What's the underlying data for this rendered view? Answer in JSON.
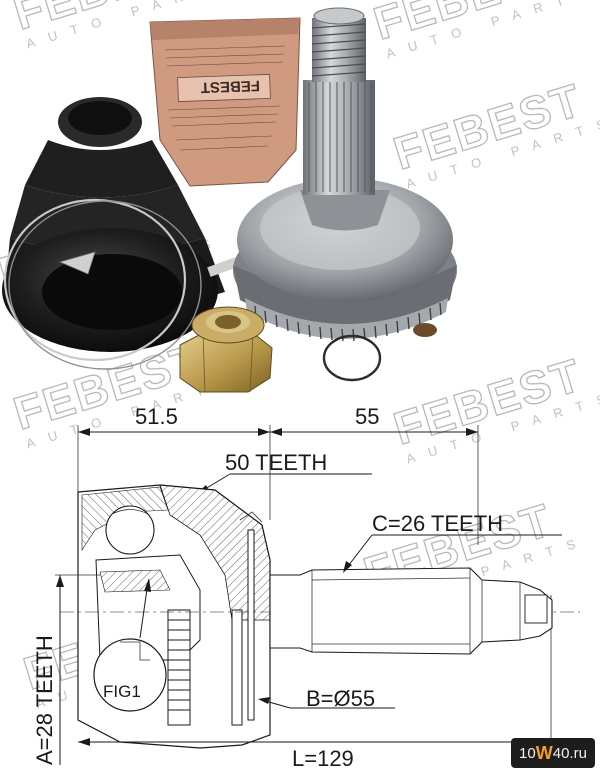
{
  "watermark": {
    "brand": "FEBEST",
    "tagline": "AUTO PARTS"
  },
  "product_photo": {
    "boot_color": "#1c1c1c",
    "metal_color": "#9a9ea2",
    "nut_color": "#c2a55a",
    "tube_brand": "FEBEST"
  },
  "dimensions": {
    "top_left": "51.5",
    "top_right": "55",
    "abs_teeth": "50 TEETH",
    "shaft_teeth": "C=26 TEETH",
    "inner_teeth": "A=28 TEETH",
    "fig_label": "FIG1",
    "diameter": "B=Ø55",
    "length": "L=129"
  },
  "badge": {
    "prefix": "10",
    "accent": "W",
    "suffix": "40.ru"
  }
}
